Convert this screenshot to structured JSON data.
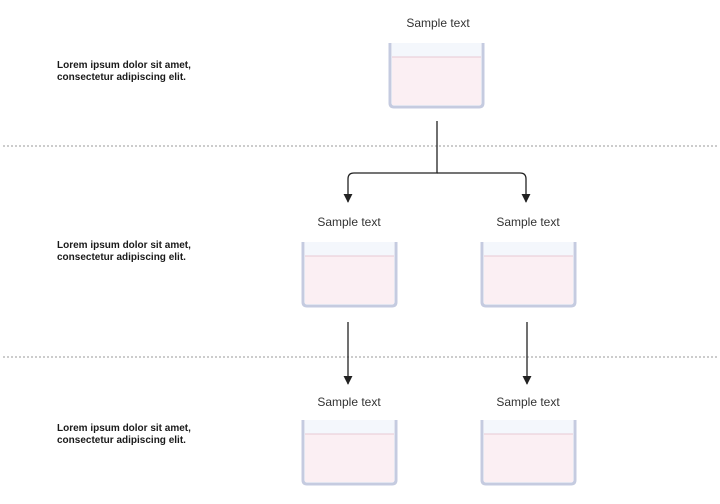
{
  "rows": [
    {
      "description": [
        "Lorem ipsum dolor sit amet,",
        "consectetur adipiscing elit."
      ],
      "vessels": [
        {
          "label": "Sample text"
        }
      ]
    },
    {
      "description": [
        "Lorem ipsum dolor sit amet,",
        "consectetur adipiscing elit."
      ],
      "vessels": [
        {
          "label": "Sample text"
        },
        {
          "label": "Sample text"
        }
      ]
    },
    {
      "description": [
        "Lorem ipsum dolor sit amet,",
        "consectetur adipiscing elit."
      ],
      "vessels": [
        {
          "label": "Sample text"
        },
        {
          "label": "Sample text"
        }
      ]
    }
  ],
  "colors": {
    "vessel_outline": "#c5cbe0",
    "vessel_liquid": "#fbeff3",
    "vessel_top": "#f4f7fc",
    "liquid_line": "#e7c9d3",
    "connector": "#222222",
    "divider": "#9a9a9a"
  }
}
